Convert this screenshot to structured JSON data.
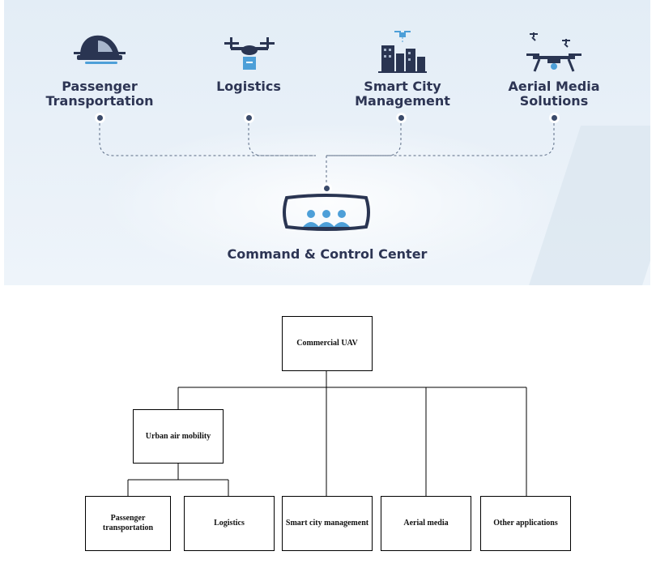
{
  "top_panel": {
    "categories": [
      {
        "label": "Passenger Transportation",
        "icon": "air-taxi-icon"
      },
      {
        "label": "Logistics",
        "icon": "delivery-drone-icon"
      },
      {
        "label": "Smart City Management",
        "icon": "city-drone-icon"
      },
      {
        "label": "Aerial Media Solutions",
        "icon": "camera-drone-icon"
      }
    ],
    "center": {
      "label": "Command & Control Center",
      "icon": "control-room-icon"
    },
    "colors": {
      "text": "#2d3554",
      "icon_dark": "#2a3552",
      "icon_accent": "#4d9fd8",
      "line": "#596a84"
    }
  },
  "tree": {
    "root": "Commercial UAV",
    "group": "Urban air mobility",
    "leaves": [
      "Passenger transportation",
      "Logistics",
      "Smart city management",
      "Aerial media",
      "Other applications"
    ]
  }
}
